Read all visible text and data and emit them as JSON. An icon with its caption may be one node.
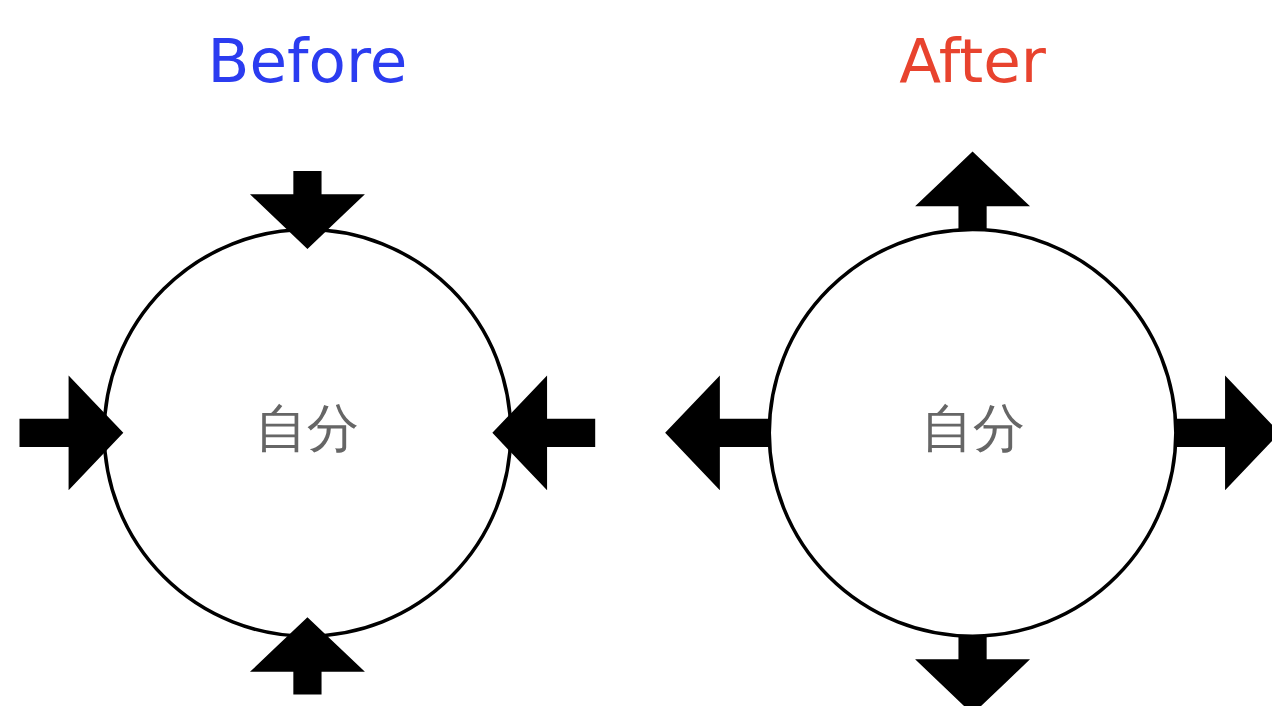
{
  "diagram": {
    "nodes": [
      {
        "text": [
          "自分"
        ]
      },
      {
        "text": [
          "自分"
        ]
      }
    ],
    "edges": [
      {
        "from": null,
        "to": 0,
        "arrow": "to"
      },
      {
        "from": null,
        "to": 0,
        "arrow": "to"
      },
      {
        "from": null,
        "to": 0,
        "arrow": "to"
      },
      {
        "from": null,
        "to": 0,
        "arrow": "to"
      },
      {
        "from": 1,
        "to": null,
        "arrow": "to"
      },
      {
        "from": 1,
        "to": null,
        "arrow": "to"
      },
      {
        "from": 1,
        "to": null,
        "arrow": "to"
      },
      {
        "from": 1,
        "to": null,
        "arrow": "to"
      }
    ],
    "labels": [
      "Before",
      "After"
    ]
  }
}
